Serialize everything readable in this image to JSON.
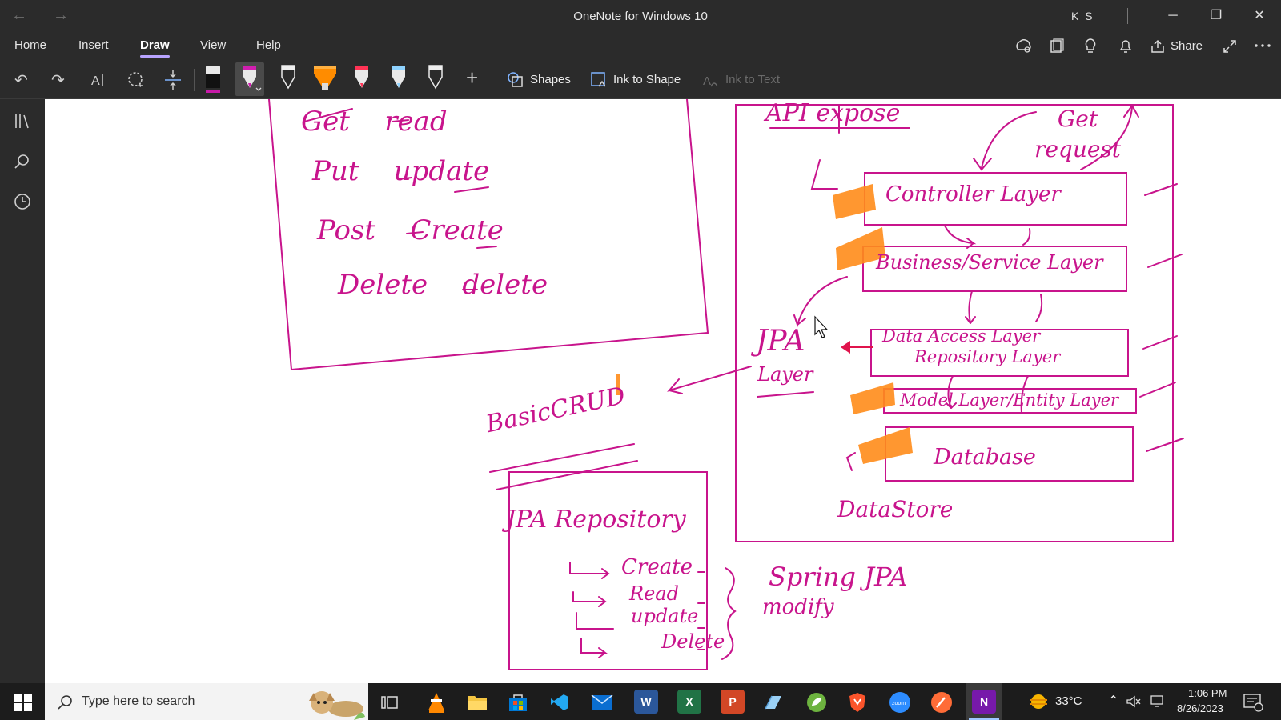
{
  "window": {
    "title": "OneNote for Windows 10",
    "user_initials": "K S",
    "back_icon": "←",
    "forward_icon": "→",
    "minimize_icon": "─",
    "restore_icon": "❐",
    "close_icon": "✕"
  },
  "menu": {
    "tabs": [
      "Home",
      "Insert",
      "Draw",
      "View",
      "Help"
    ],
    "active_tab": "Draw",
    "share_label": "Share"
  },
  "toolbar": {
    "undo_icon": "↶",
    "redo_icon": "↷",
    "shapes_label": "Shapes",
    "ink_to_shape_label": "Ink to Shape",
    "ink_to_text_label": "Ink to Text",
    "add_pen_icon": "+",
    "pen_colors": [
      "#111111",
      "#d11fb0",
      "#ffffff",
      "#ff8c00",
      "#ff3355",
      "#8fd3ff",
      "#ffffff"
    ],
    "selected_pen_index": 1
  },
  "ink": {
    "http_methods": [
      {
        "method": "Get",
        "action": "read"
      },
      {
        "method": "Put",
        "action": "update"
      },
      {
        "method": "Post",
        "action": "Create"
      },
      {
        "method": "Delete",
        "action": "delete"
      }
    ],
    "api_expose": "API expose",
    "get_request": "Get request",
    "layers": [
      "Controller Layer",
      "Business/Service Layer",
      "Data Access Layer",
      "Repository Layer",
      "Model Layer/Entity Layer",
      "Database"
    ],
    "jpa_label": "JPA",
    "jpa_layer": "Layer",
    "data_store": "DataStore",
    "basic_crud": "BasicCRUD",
    "jpa_repository": "JPA Repository",
    "repo_ops": [
      "Create",
      "Read",
      "update",
      "Delete"
    ],
    "spring_jpa": "Spring JPA",
    "modify": "modify"
  },
  "taskbar": {
    "search_placeholder": "Type here to search",
    "temperature": "33°C",
    "time": "1:06 PM",
    "date": "8/26/2023"
  },
  "colors": {
    "ink_magenta": "#c8148c",
    "highlighter_orange": "#ff8c1a",
    "chrome_dark": "#2b2b2b"
  }
}
